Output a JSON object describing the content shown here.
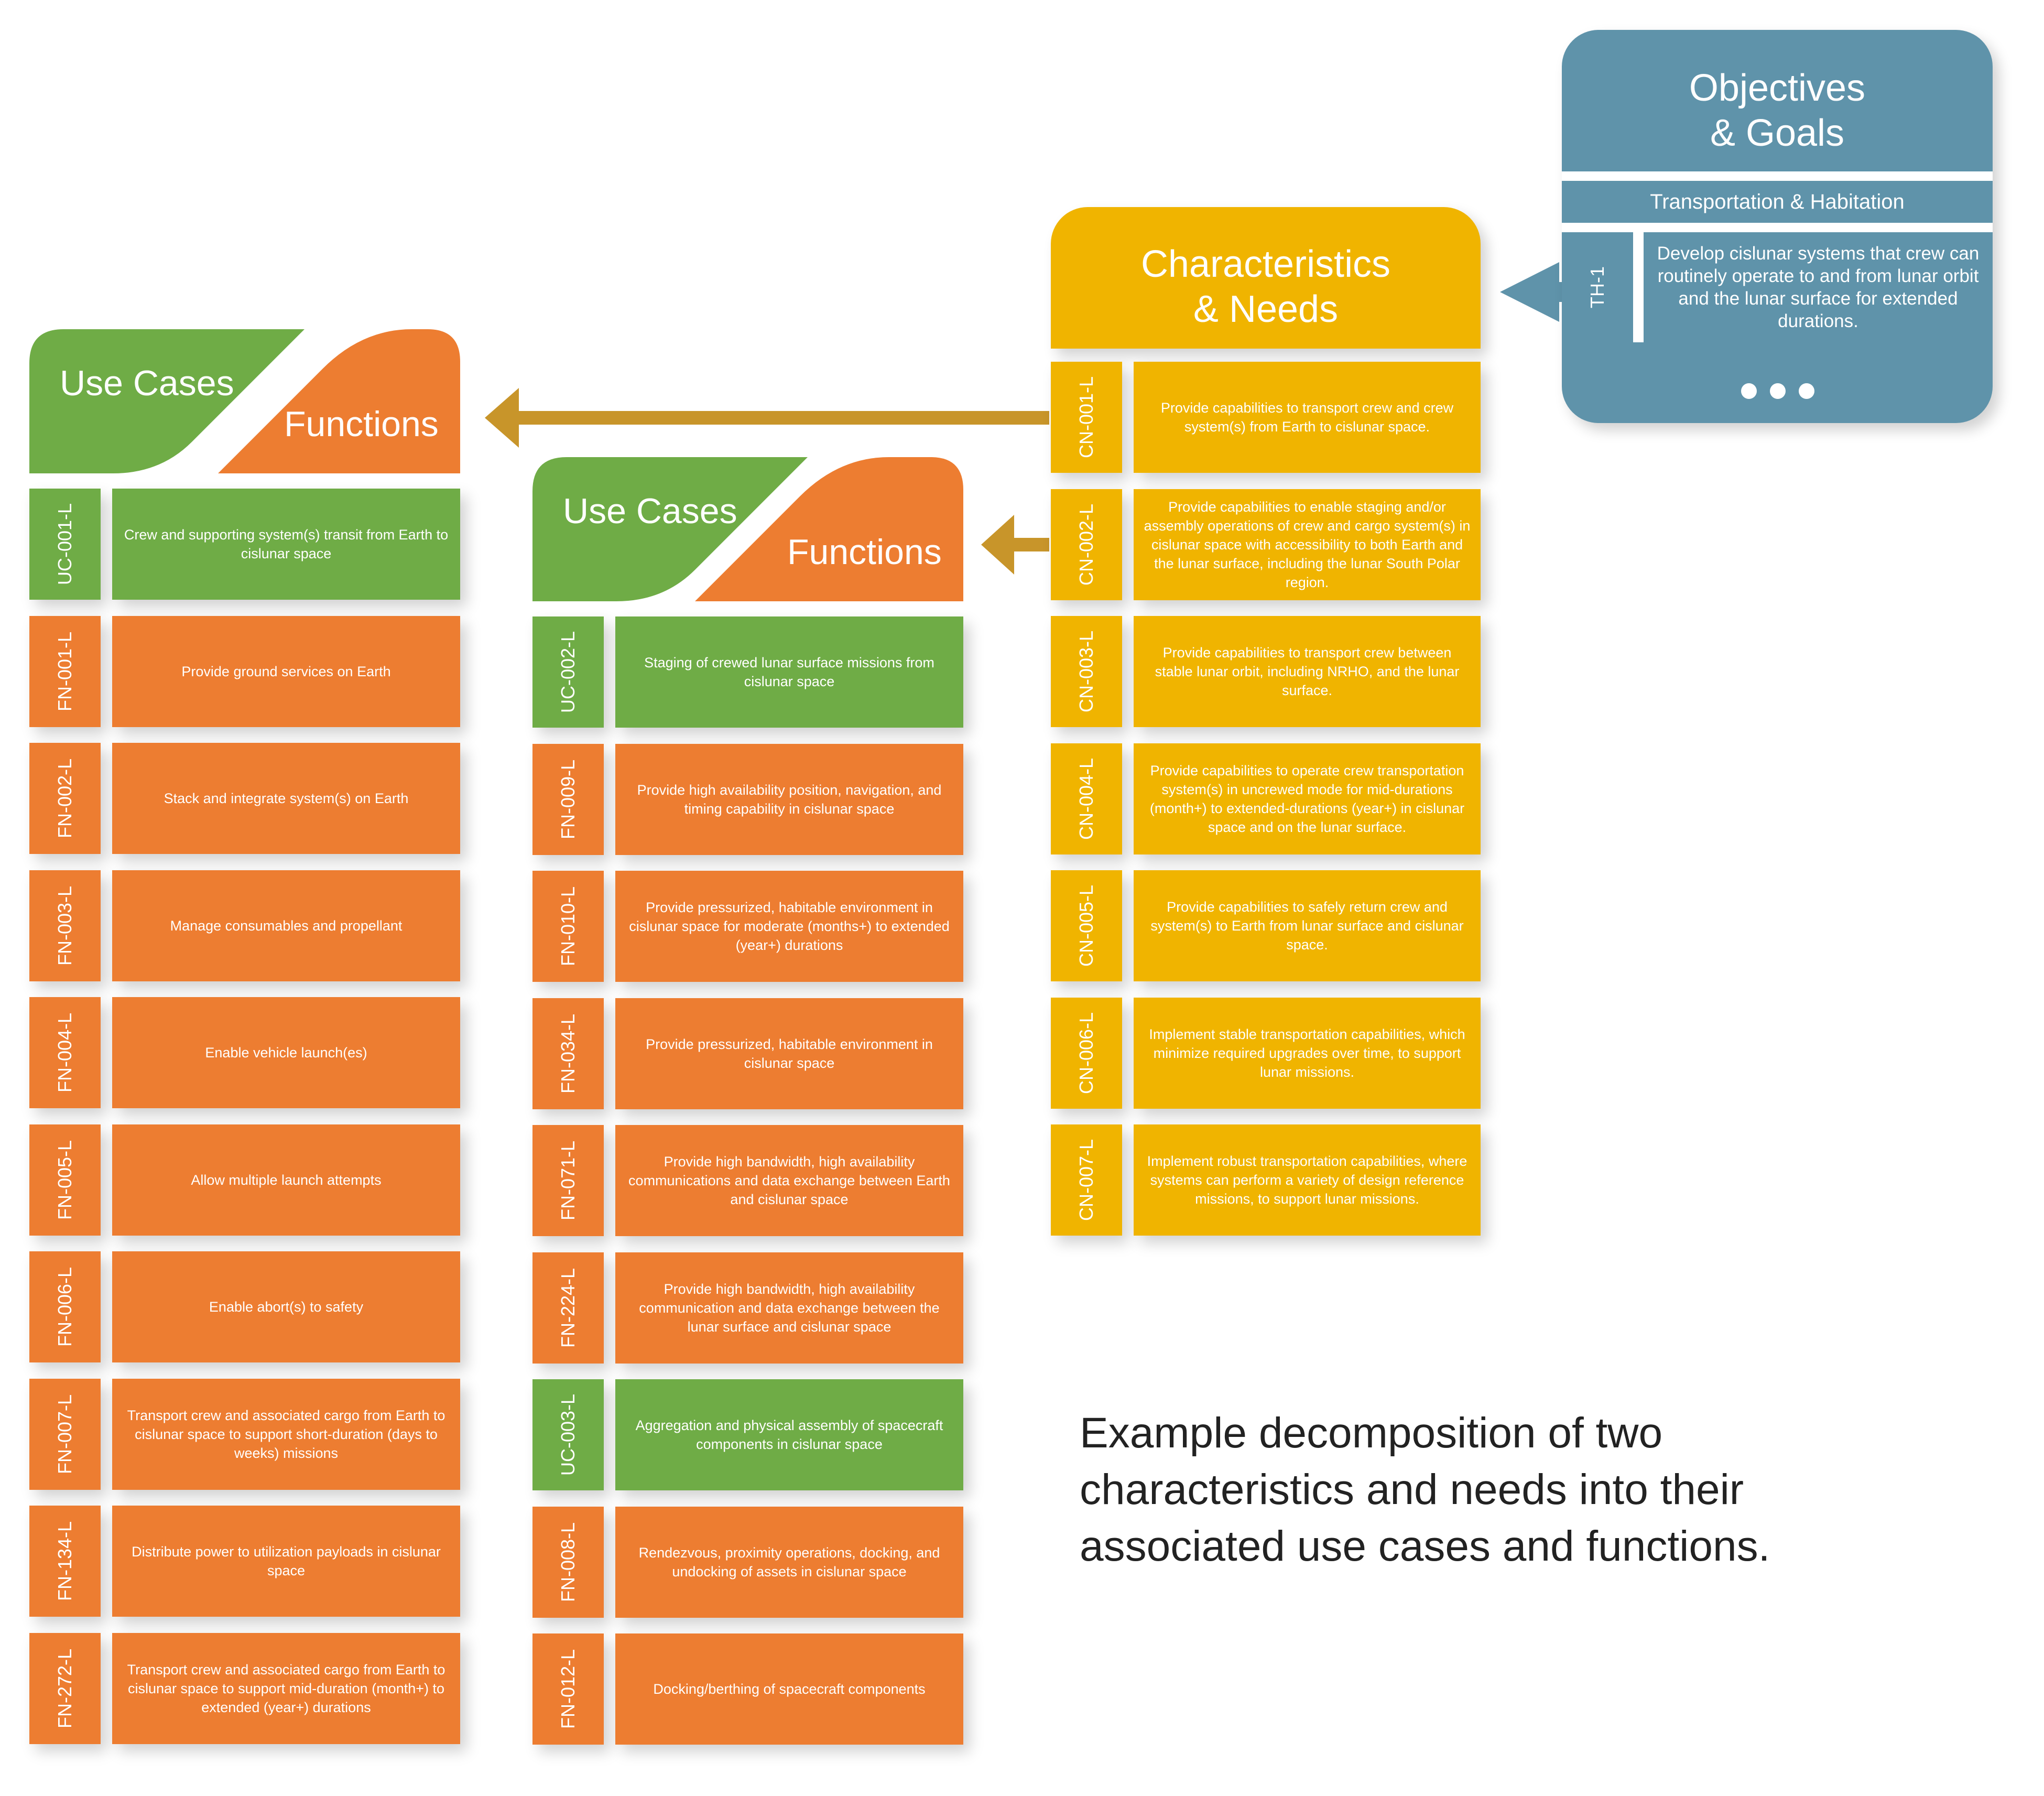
{
  "objectives": {
    "title": "Objectives\n& Goals",
    "subtitle": "Transportation & Habitation",
    "id": "TH-1",
    "text": "Develop cislunar systems that crew can routinely operate to and from lunar orbit and the lunar surface for extended durations."
  },
  "characteristics": {
    "title": "Characteristics\n& Needs",
    "rows": [
      {
        "id": "CN-001-L",
        "text": "Provide capabilities to transport crew and crew system(s) from Earth to cislunar space."
      },
      {
        "id": "CN-002-L",
        "text": "Provide capabilities to enable staging and/or assembly operations of crew and cargo system(s) in cislunar space with accessibility to both Earth and the lunar surface, including the lunar South Polar region."
      },
      {
        "id": "CN-003-L",
        "text": "Provide capabilities to transport crew between stable lunar orbit, including NRHO, and the lunar surface."
      },
      {
        "id": "CN-004-L",
        "text": "Provide capabilities to operate crew transportation system(s) in uncrewed mode for mid-durations (month+) to extended-durations (year+) in cislunar space and on the lunar surface."
      },
      {
        "id": "CN-005-L",
        "text": "Provide capabilities to safely return crew and system(s) to Earth from lunar surface and cislunar space."
      },
      {
        "id": "CN-006-L",
        "text": "Implement stable transportation capabilities, which minimize required upgrades over time, to support lunar missions."
      },
      {
        "id": "CN-007-L",
        "text": "Implement robust transportation capabilities, where systems can perform a variety of design reference missions, to support lunar missions."
      }
    ]
  },
  "column1": {
    "use_cases_label": "Use Cases",
    "functions_label": "Functions",
    "rows": [
      {
        "id": "UC-001-L",
        "type": "uc",
        "text": "Crew and supporting system(s) transit from Earth to cislunar space"
      },
      {
        "id": "FN-001-L",
        "type": "fn",
        "text": "Provide ground services on Earth"
      },
      {
        "id": "FN-002-L",
        "type": "fn",
        "text": "Stack and integrate system(s) on Earth"
      },
      {
        "id": "FN-003-L",
        "type": "fn",
        "text": "Manage consumables and propellant"
      },
      {
        "id": "FN-004-L",
        "type": "fn",
        "text": "Enable vehicle launch(es)"
      },
      {
        "id": "FN-005-L",
        "type": "fn",
        "text": "Allow multiple launch attempts"
      },
      {
        "id": "FN-006-L",
        "type": "fn",
        "text": "Enable abort(s) to safety"
      },
      {
        "id": "FN-007-L",
        "type": "fn",
        "text": "Transport crew and associated cargo from Earth to cislunar space to support short-duration (days to weeks) missions"
      },
      {
        "id": "FN-134-L",
        "type": "fn",
        "text": "Distribute power to utilization payloads in cislunar space"
      },
      {
        "id": "FN-272-L",
        "type": "fn",
        "text": "Transport crew and associated cargo from Earth to cislunar space to support mid-duration (month+) to extended (year+) durations"
      }
    ]
  },
  "column2": {
    "use_cases_label": "Use Cases",
    "functions_label": "Functions",
    "rows": [
      {
        "id": "UC-002-L",
        "type": "uc",
        "text": "Staging of crewed lunar surface missions from cislunar space"
      },
      {
        "id": "FN-009-L",
        "type": "fn",
        "text": "Provide high availability position, navigation, and timing capability in cislunar space"
      },
      {
        "id": "FN-010-L",
        "type": "fn",
        "text": "Provide pressurized, habitable environment in cislunar space for moderate (months+) to extended (year+) durations"
      },
      {
        "id": "FN-034-L",
        "type": "fn",
        "text": "Provide pressurized, habitable environment in cislunar space"
      },
      {
        "id": "FN-071-L",
        "type": "fn",
        "text": "Provide high bandwidth, high availability communications and data exchange between Earth and cislunar space"
      },
      {
        "id": "FN-224-L",
        "type": "fn",
        "text": "Provide high bandwidth, high availability communication and data exchange between the lunar surface and cislunar space"
      },
      {
        "id": "UC-003-L",
        "type": "uc",
        "text": "Aggregation and physical assembly of spacecraft components in cislunar space"
      },
      {
        "id": "FN-008-L",
        "type": "fn",
        "text": "Rendezvous, proximity operations, docking, and undocking of assets in cislunar space"
      },
      {
        "id": "FN-012-L",
        "type": "fn",
        "text": "Docking/berthing of spacecraft components"
      }
    ]
  },
  "caption": "Example decomposition of two characteristics and needs into their associated use cases and functions.",
  "colors": {
    "use_case_green": "#6fac46",
    "function_orange": "#ed7d31",
    "characteristic_yellow": "#f0b400",
    "objective_blue": "#5f93aa",
    "arrow_gold": "#c8952a"
  }
}
